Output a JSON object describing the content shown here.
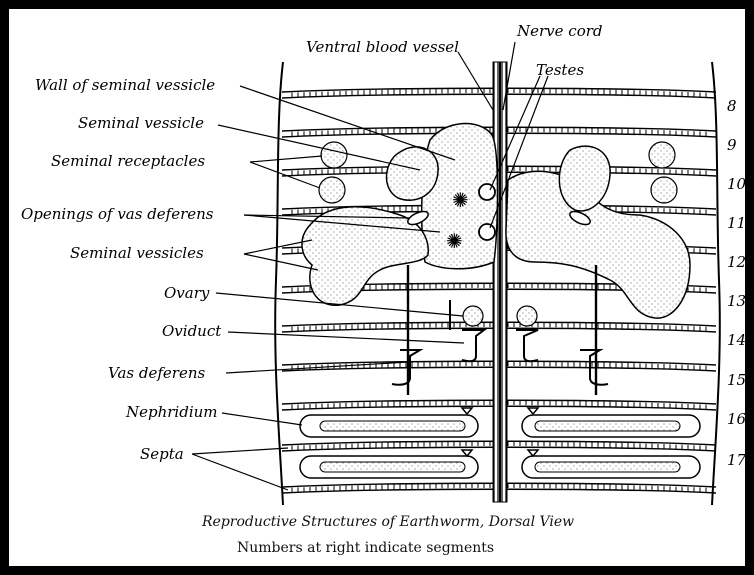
{
  "labels": {
    "ventral_blood_vessel": "Ventral blood vessel",
    "nerve_cord": "Nerve cord",
    "testes": "Testes",
    "wall_of_seminal_vessicle": "Wall of seminal vessicle",
    "seminal_vessicle": "Seminal vessicle",
    "seminal_receptacles": "Seminal receptacles",
    "openings_of_vas_deferens": "Openings of vas deferens",
    "seminal_vessicles": "Seminal vessicles",
    "ovary": "Ovary",
    "oviduct": "Oviduct",
    "vas_deferens": "Vas deferens",
    "nephridium": "Nephridium",
    "septa": "Septa"
  },
  "segments": [
    "8",
    "9",
    "10",
    "11",
    "12",
    "13",
    "14",
    "15",
    "16",
    "17"
  ],
  "caption": {
    "title": "Reproductive Structures of Earthworm, Dorsal View",
    "note": "Numbers at right indicate segments"
  }
}
